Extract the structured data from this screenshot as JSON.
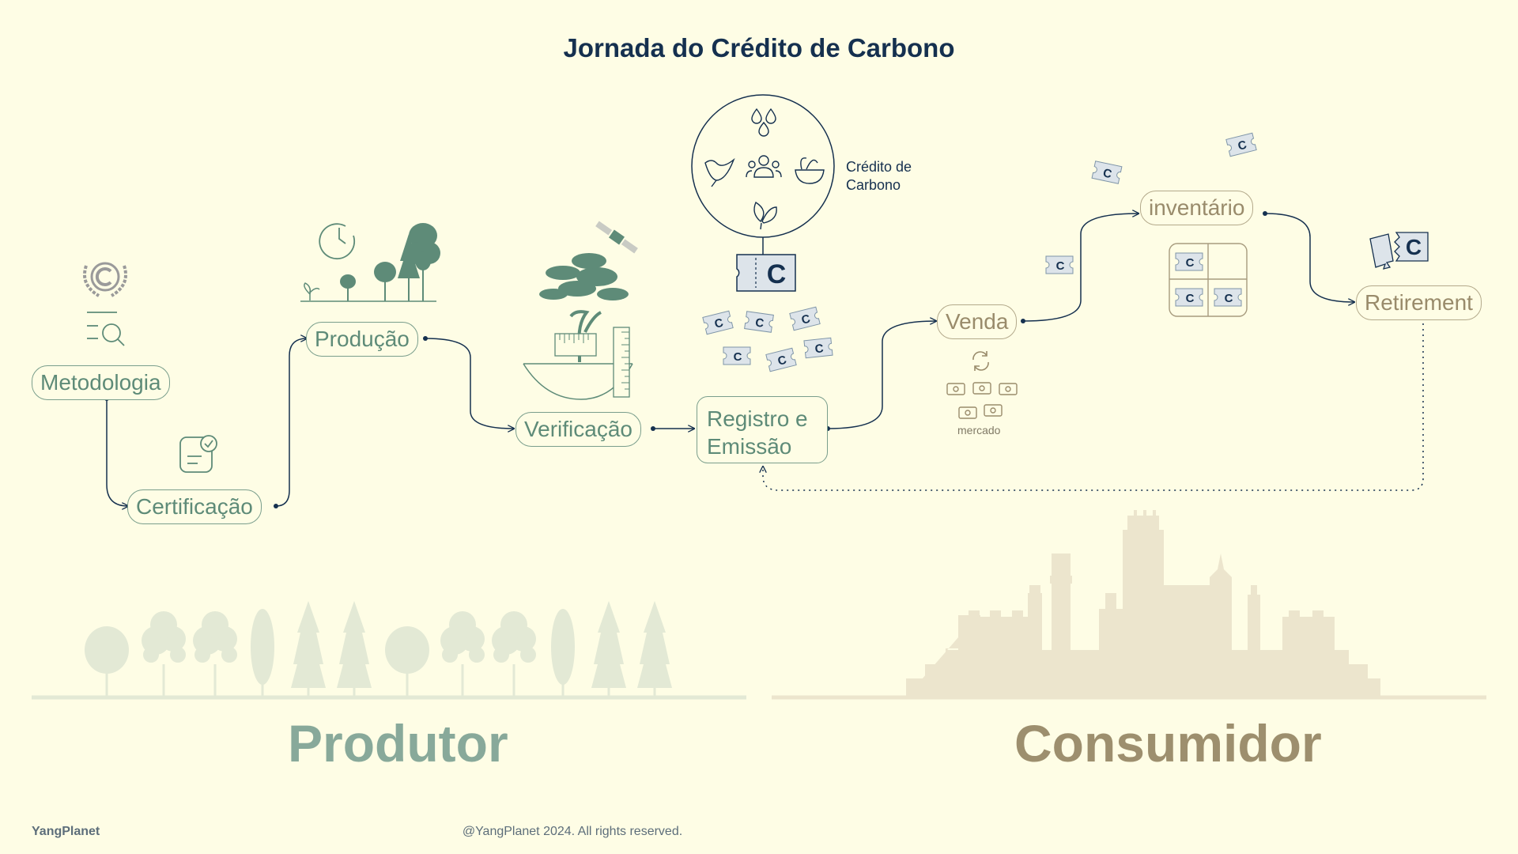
{
  "title": "Jornada do Crédito de Carbono",
  "nodes": {
    "metodologia": "Metodologia",
    "certificacao": "Certificação",
    "producao": "Produção",
    "verificacao": "Verificação",
    "registro": "Registro e Emissão",
    "venda": "Venda",
    "inventario": "inventário",
    "retirement": "Retirement"
  },
  "credit_label": "Crédito de Carbono",
  "credit_symbol": "C",
  "market_label": "mercado",
  "producer_label": "Produtor",
  "consumer_label": "Consumidor",
  "footer": {
    "brand": "YangPlanet",
    "copyright": "@YangPlanet 2024. All rights reserved."
  },
  "colors": {
    "background": "#fefde5",
    "title": "#15304f",
    "producer": "#5e8b78",
    "producer_soft": "#88a99a",
    "consumer": "#998b6b",
    "consumer_soft": "#9d8f6e",
    "ticket_fill": "#dde4ea",
    "ticket_ink": "#15304f"
  },
  "icons": [
    "unfccc-laurel-icon",
    "search-list-icon",
    "certificate-check-icon",
    "clock-icon",
    "sapling-icon",
    "satellite-icon",
    "tree-measure-icon",
    "water-drops-icon",
    "bird-icon",
    "community-icon",
    "bowl-icon",
    "leaf-hand-icon",
    "carbon-ticket-icon",
    "refresh-icon",
    "money-icon",
    "grid-inventory-icon",
    "torn-ticket-icon"
  ]
}
